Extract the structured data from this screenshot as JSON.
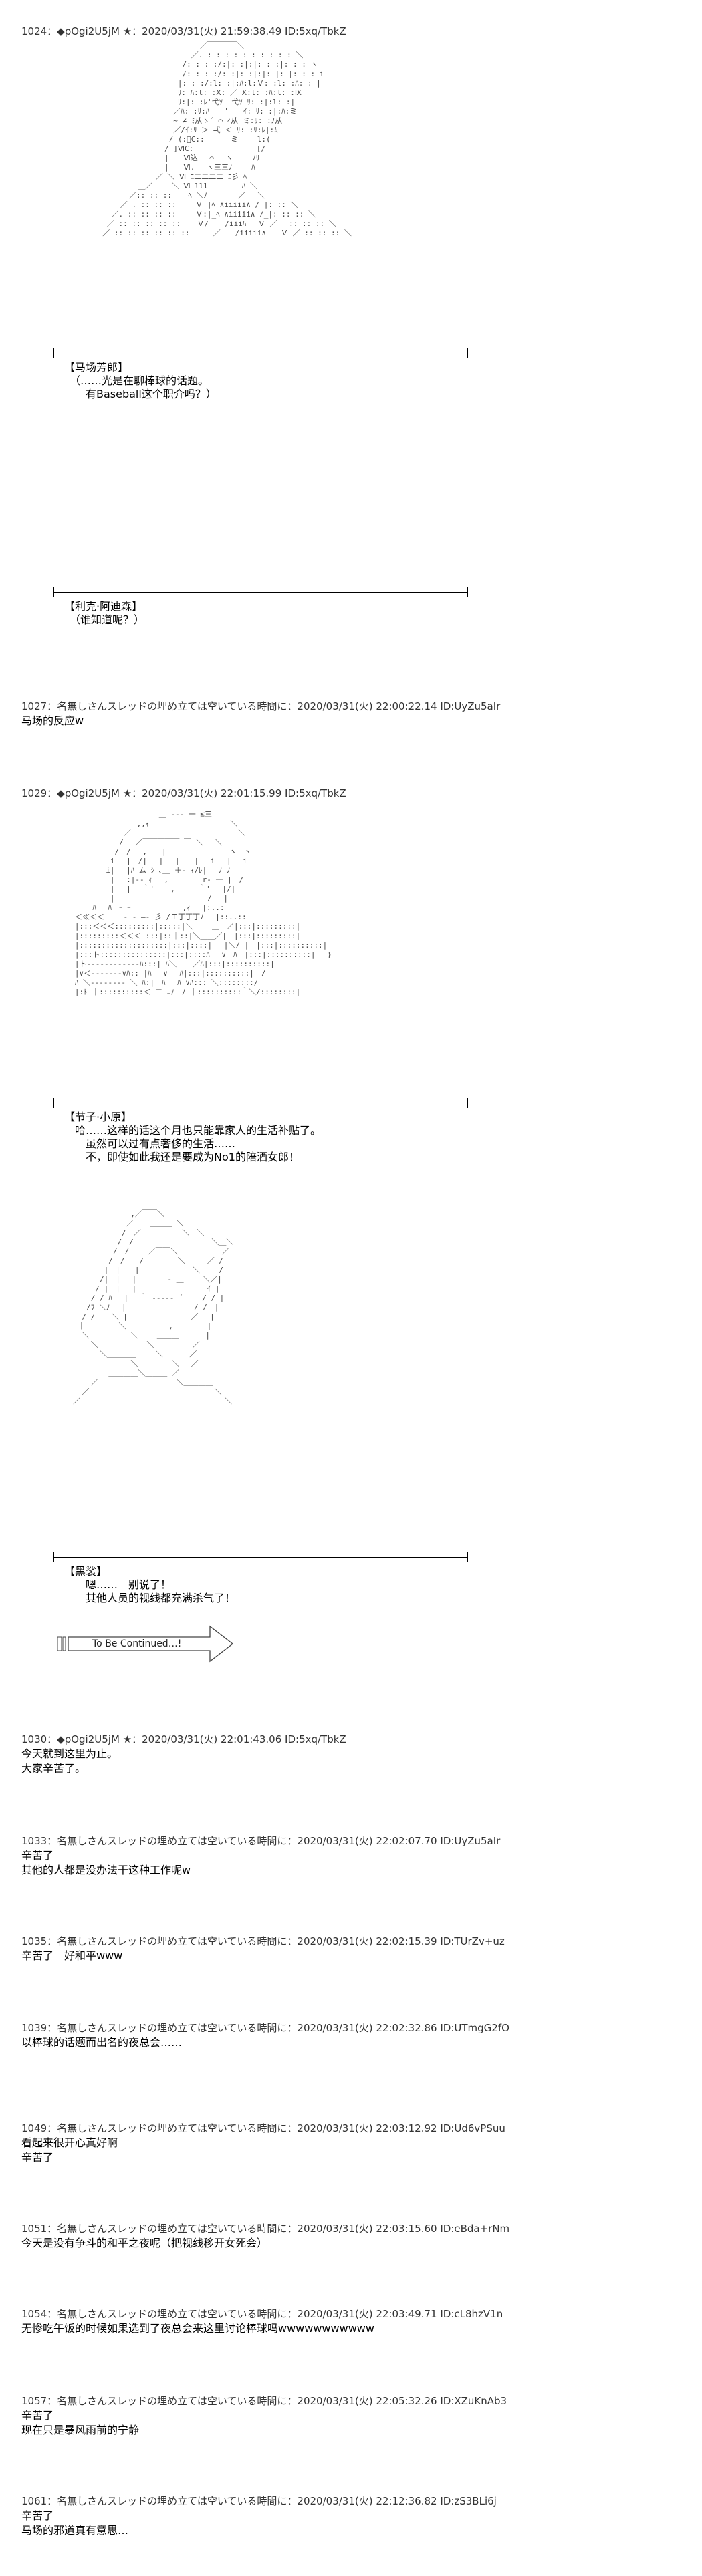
{
  "posts": [
    {
      "header": "1024：◆pOgi2U5jM ★：2020/03/31(火) 21:59:38.49 ID:5xq/TbkZ",
      "body": ""
    },
    {
      "header": "1027：名無しさんスレッドの埋め立ては空いている時間に：2020/03/31(火) 22:00:22.14 ID:UyZu5aIr",
      "body": "马场的反应w"
    },
    {
      "header": "1029：◆pOgi2U5jM ★：2020/03/31(火) 22:01:15.99 ID:5xq/TbkZ",
      "body": ""
    },
    {
      "header": "1030：◆pOgi2U5jM ★：2020/03/31(火) 22:01:43.06 ID:5xq/TbkZ",
      "body": "今天就到这里为止。\n大家辛苦了。"
    },
    {
      "header": "1033：名無しさんスレッドの埋め立ては空いている時間に：2020/03/31(火) 22:02:07.70 ID:UyZu5aIr",
      "body": "辛苦了\n其他的人都是没办法干这种工作呢w"
    },
    {
      "header": "1035：名無しさんスレッドの埋め立ては空いている時間に：2020/03/31(火) 22:02:15.39 ID:TUrZv+uz",
      "body": "辛苦了　好和平www"
    },
    {
      "header": "1039：名無しさんスレッドの埋め立ては空いている時間に：2020/03/31(火) 22:02:32.86 ID:UTmgG2fO",
      "body": "以棒球的话题而出名的夜总会……"
    },
    {
      "header": "1049：名無しさんスレッドの埋め立ては空いている時間に：2020/03/31(火) 22:03:12.92 ID:Ud6vPSuu",
      "body": "看起来很开心真好啊\n辛苦了"
    },
    {
      "header": "1051：名無しさんスレッドの埋め立ては空いている時間に：2020/03/31(火) 22:03:15.60 ID:eBda+rNm",
      "body": "今天是没有争斗的和平之夜呢（把视线移开女死会）"
    },
    {
      "header": "1054：名無しさんスレッドの埋め立ては空いている時間に：2020/03/31(火) 22:03:49.71 ID:cL8hzV1n",
      "body": "无惨吃午饭的时候如果选到了夜总会来这里讨论棒球吗wwwwwwwwwww"
    },
    {
      "header": "1057：名無しさんスレッドの埋め立ては空いている時間に：2020/03/31(火) 22:05:32.26 ID:XZuKnAb3",
      "body": "辛苦了\n现在只是暴风雨前的宁静"
    },
    {
      "header": "1061：名無しさんスレッドの埋め立ては空いている時間に：2020/03/31(火) 22:12:36.82 ID:zS3BLi6j",
      "body": "辛苦了\n马场的邪道真有意思…"
    }
  ],
  "captions": [
    "【马场芳郎】\n　（……光是在聊棒球的话题。\n　　有Baseball这个职介吗？）",
    "【利克·阿迪森】\n　（谁知道呢？）",
    "【节子·小原】\n　哈……这样的话这个月也只能靠家人的生活补贴了。\n　　虽然可以过有点奢侈的生活……\n　　不，即使如此我还是要成为No1的陪酒女郎！",
    "【黑裟】\n　　嗯……　别说了！\n　　其他人员的视线都充满杀气了！"
  ],
  "continued_label": "To Be Continued…!"
}
